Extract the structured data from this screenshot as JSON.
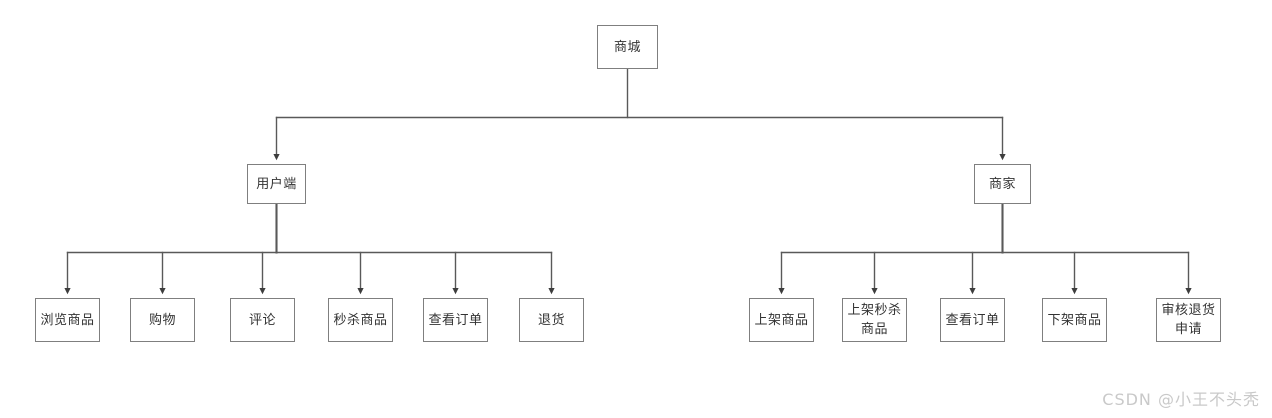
{
  "diagram": {
    "type": "tree",
    "background_color": "#ffffff",
    "node_border_color": "#7f7f7f",
    "node_fill_color": "#ffffff",
    "text_color": "#333333",
    "connector_color": "#595959",
    "root": {
      "id": "root",
      "label": "商城"
    },
    "branches": [
      {
        "id": "user-client",
        "label": "用户端",
        "children": [
          {
            "id": "browse-products",
            "label": "浏览商品"
          },
          {
            "id": "shopping",
            "label": "购物"
          },
          {
            "id": "comment",
            "label": "评论"
          },
          {
            "id": "flash-sale-products",
            "label": "秒杀商品"
          },
          {
            "id": "view-orders",
            "label": "查看订单"
          },
          {
            "id": "return-goods",
            "label": "退货"
          }
        ]
      },
      {
        "id": "merchant",
        "label": "商家",
        "children": [
          {
            "id": "list-products",
            "label": "上架商品"
          },
          {
            "id": "list-flash-sale-products",
            "label": "上架秒杀商品"
          },
          {
            "id": "merchant-view-orders",
            "label": "查看订单"
          },
          {
            "id": "delist-products",
            "label": "下架商品"
          },
          {
            "id": "review-return-requests",
            "label": "审核退货申请"
          }
        ]
      }
    ]
  },
  "watermark": {
    "text": "CSDN @小王不头秃",
    "color": "#c9c9c9"
  }
}
